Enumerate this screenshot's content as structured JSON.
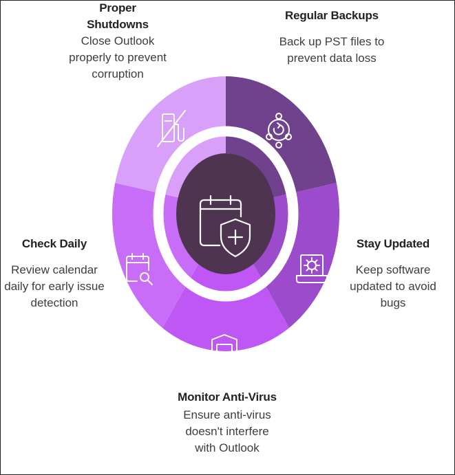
{
  "colors": {
    "backups": "#70418c",
    "updated": "#9b4bcc",
    "antivirus": "#bf57f5",
    "daily": "#c86df7",
    "shutdowns": "#d8a0f8",
    "center": "#4e3450",
    "icon_stroke": "#ffffff"
  },
  "segments": [
    {
      "key": "backups",
      "title": "Regular Backups",
      "description": "Back up PST files to prevent data loss",
      "icon": "backup-network-icon"
    },
    {
      "key": "updated",
      "title": "Stay Updated",
      "description": "Keep software updated to avoid bugs",
      "icon": "laptop-update-icon"
    },
    {
      "key": "antivirus",
      "title": "Monitor Anti-Virus",
      "description": "Ensure anti-virus doesn't interfere with Outlook",
      "icon": "shield-monitor-icon"
    },
    {
      "key": "daily",
      "title": "Check Daily",
      "description": "Review calendar daily for early issue detection",
      "icon": "calendar-search-icon"
    },
    {
      "key": "shutdowns",
      "title": "Proper Shutdowns",
      "description": "Close Outlook properly to prevent corruption",
      "icon": "power-off-icon"
    }
  ],
  "center": {
    "icon": "calendar-shield-icon"
  }
}
